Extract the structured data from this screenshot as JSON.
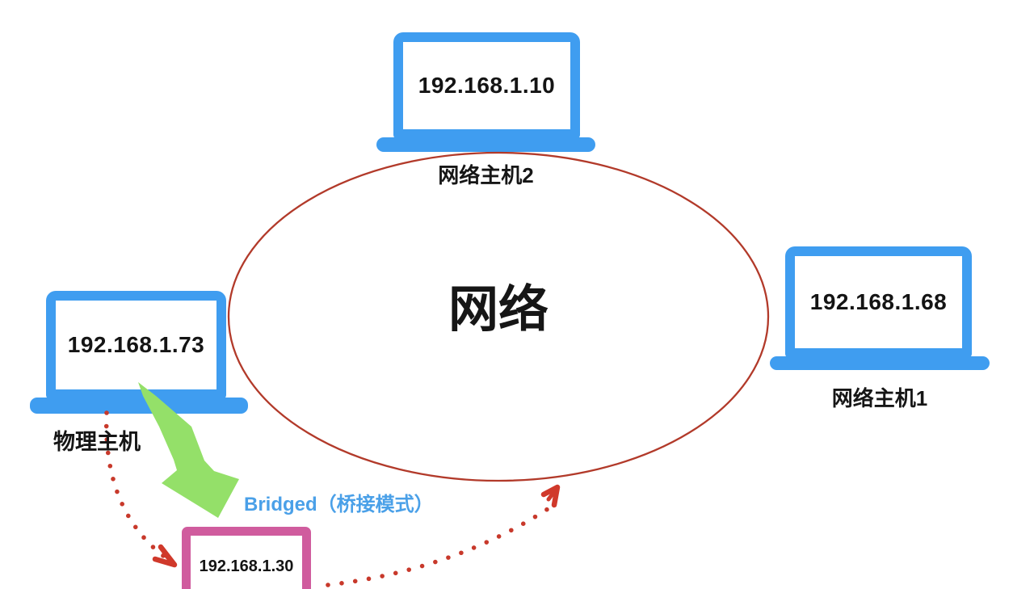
{
  "cloud_label": "网络",
  "hosts": {
    "top": {
      "ip": "192.168.1.10",
      "label": "网络主机2"
    },
    "right": {
      "ip": "192.168.1.68",
      "label": "网络主机1"
    },
    "left": {
      "ip": "192.168.1.73",
      "label": "物理主机"
    },
    "vm": {
      "ip": "192.168.1.30"
    }
  },
  "bridged_label": "Bridged（桥接模式）",
  "icons": {
    "laptops": "laptop-icon",
    "vm": "vm-box-icon",
    "bridge_arrow": "green-arrow-icon",
    "connections": "red-dotted-arrow-icon",
    "network_boundary": "ellipse-outline"
  },
  "colors": {
    "laptop_blue": "#3f9df0",
    "vm_pink": "#d05c9e",
    "network_red": "#b23a2a",
    "dotted_red": "#c8392b",
    "arrow_green": "#94e069",
    "bridged_blue": "#4aa0e8",
    "text_black": "#141414"
  }
}
